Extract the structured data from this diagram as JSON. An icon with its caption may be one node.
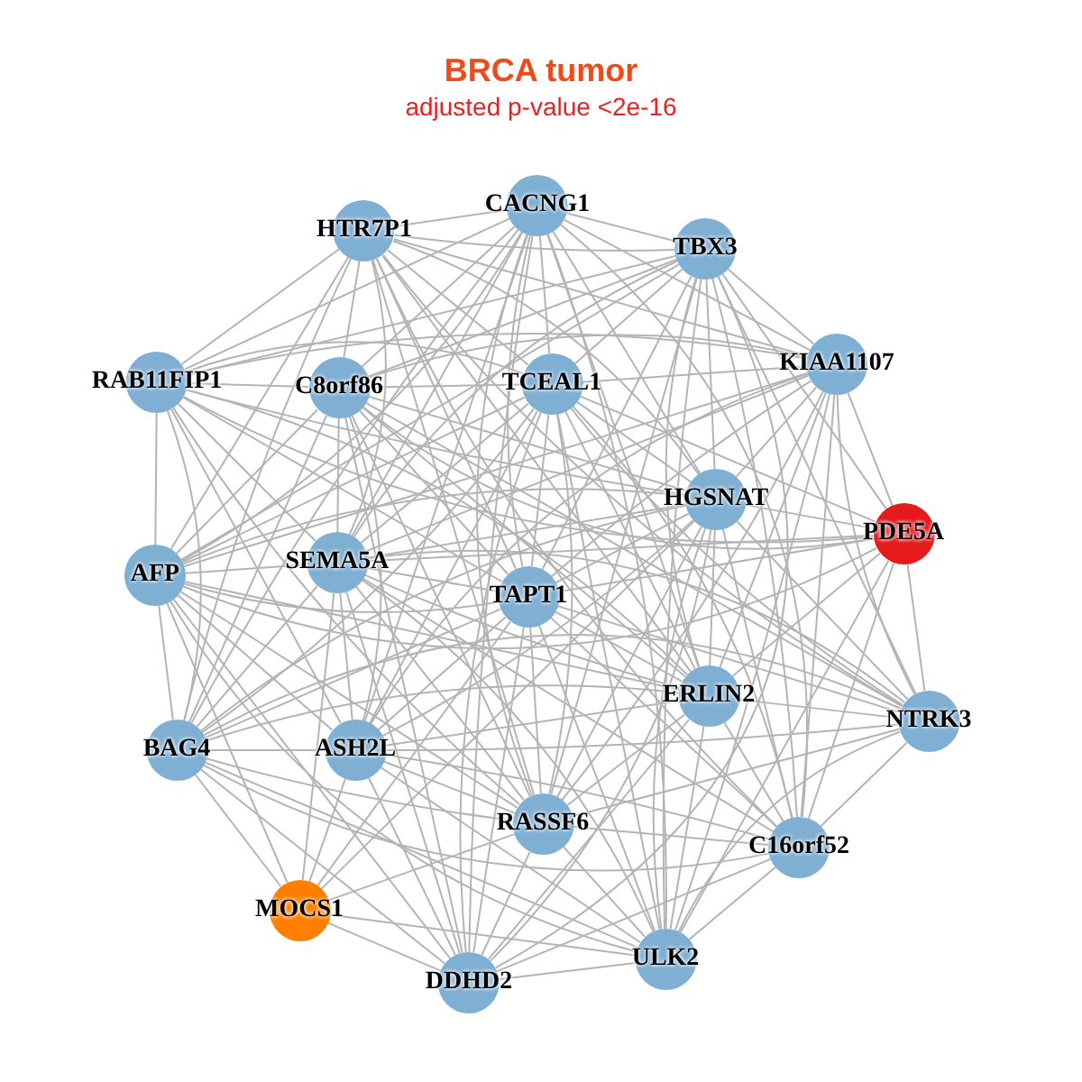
{
  "diagram": {
    "title": "BRCA tumor",
    "caption": "adjusted p-value <2e-16",
    "nodes": [
      {
        "text": [
          "CACNG1"
        ]
      },
      {
        "text": [
          "HTR7P1"
        ]
      },
      {
        "text": [
          "TBX3"
        ]
      },
      {
        "text": [
          "KIAA1107"
        ]
      },
      {
        "text": [
          "RAB11FIP1"
        ]
      },
      {
        "text": [
          "C8orf86"
        ]
      },
      {
        "text": [
          "TCEAL1"
        ]
      },
      {
        "text": [
          "HGSNAT"
        ]
      },
      {
        "text": [
          "PDE5A"
        ]
      },
      {
        "text": [
          "AFP"
        ]
      },
      {
        "text": [
          "SEMA5A"
        ]
      },
      {
        "text": [
          "TAPT1"
        ]
      },
      {
        "text": [
          "ERLIN2"
        ]
      },
      {
        "text": [
          "NTRK3"
        ]
      },
      {
        "text": [
          "BAG4"
        ]
      },
      {
        "text": [
          "ASH2L"
        ]
      },
      {
        "text": [
          "RASSF6"
        ]
      },
      {
        "text": [
          "C16orf52"
        ]
      },
      {
        "text": [
          "MOCS1"
        ]
      },
      {
        "text": [
          "ULK2"
        ]
      },
      {
        "text": [
          "DDHD2"
        ]
      }
    ],
    "edges": [
      {
        "from": 0,
        "to": 1,
        "arrow": "none"
      },
      {
        "from": 0,
        "to": 2,
        "arrow": "none"
      },
      {
        "from": 0,
        "to": 3,
        "arrow": "none"
      },
      {
        "from": 0,
        "to": 4,
        "arrow": "none"
      },
      {
        "from": 0,
        "to": 5,
        "arrow": "none"
      },
      {
        "from": 0,
        "to": 6,
        "arrow": "none"
      },
      {
        "from": 0,
        "to": 7,
        "arrow": "none"
      },
      {
        "from": 0,
        "to": 9,
        "arrow": "none"
      },
      {
        "from": 0,
        "to": 10,
        "arrow": "none"
      },
      {
        "from": 0,
        "to": 11,
        "arrow": "none"
      },
      {
        "from": 0,
        "to": 12,
        "arrow": "none"
      },
      {
        "from": 0,
        "to": 14,
        "arrow": "none"
      },
      {
        "from": 0,
        "to": 15,
        "arrow": "none"
      },
      {
        "from": 0,
        "to": 16,
        "arrow": "none"
      },
      {
        "from": 0,
        "to": 17,
        "arrow": "none"
      },
      {
        "from": 0,
        "to": 19,
        "arrow": "none"
      },
      {
        "from": 0,
        "to": 20,
        "arrow": "none"
      },
      {
        "from": 1,
        "to": 2,
        "arrow": "none"
      },
      {
        "from": 1,
        "to": 3,
        "arrow": "none"
      },
      {
        "from": 1,
        "to": 4,
        "arrow": "none"
      },
      {
        "from": 1,
        "to": 5,
        "arrow": "none"
      },
      {
        "from": 1,
        "to": 6,
        "arrow": "none"
      },
      {
        "from": 1,
        "to": 7,
        "arrow": "none"
      },
      {
        "from": 1,
        "to": 9,
        "arrow": "none"
      },
      {
        "from": 1,
        "to": 10,
        "arrow": "none"
      },
      {
        "from": 1,
        "to": 11,
        "arrow": "none"
      },
      {
        "from": 1,
        "to": 12,
        "arrow": "none"
      },
      {
        "from": 1,
        "to": 13,
        "arrow": "none"
      },
      {
        "from": 1,
        "to": 14,
        "arrow": "none"
      },
      {
        "from": 1,
        "to": 16,
        "arrow": "none"
      },
      {
        "from": 1,
        "to": 17,
        "arrow": "none"
      },
      {
        "from": 2,
        "to": 3,
        "arrow": "none"
      },
      {
        "from": 2,
        "to": 4,
        "arrow": "none"
      },
      {
        "from": 2,
        "to": 5,
        "arrow": "none"
      },
      {
        "from": 2,
        "to": 6,
        "arrow": "none"
      },
      {
        "from": 2,
        "to": 7,
        "arrow": "none"
      },
      {
        "from": 2,
        "to": 8,
        "arrow": "none"
      },
      {
        "from": 2,
        "to": 9,
        "arrow": "none"
      },
      {
        "from": 2,
        "to": 10,
        "arrow": "none"
      },
      {
        "from": 2,
        "to": 11,
        "arrow": "none"
      },
      {
        "from": 2,
        "to": 12,
        "arrow": "none"
      },
      {
        "from": 2,
        "to": 13,
        "arrow": "none"
      },
      {
        "from": 2,
        "to": 16,
        "arrow": "none"
      },
      {
        "from": 2,
        "to": 17,
        "arrow": "none"
      },
      {
        "from": 2,
        "to": 19,
        "arrow": "none"
      },
      {
        "from": 2,
        "to": 20,
        "arrow": "none"
      },
      {
        "from": 3,
        "to": 4,
        "arrow": "none"
      },
      {
        "from": 3,
        "to": 5,
        "arrow": "none"
      },
      {
        "from": 3,
        "to": 6,
        "arrow": "none"
      },
      {
        "from": 3,
        "to": 7,
        "arrow": "none"
      },
      {
        "from": 3,
        "to": 8,
        "arrow": "none"
      },
      {
        "from": 3,
        "to": 9,
        "arrow": "none"
      },
      {
        "from": 3,
        "to": 10,
        "arrow": "none"
      },
      {
        "from": 3,
        "to": 11,
        "arrow": "none"
      },
      {
        "from": 3,
        "to": 12,
        "arrow": "none"
      },
      {
        "from": 3,
        "to": 13,
        "arrow": "none"
      },
      {
        "from": 3,
        "to": 15,
        "arrow": "none"
      },
      {
        "from": 3,
        "to": 16,
        "arrow": "none"
      },
      {
        "from": 3,
        "to": 17,
        "arrow": "none"
      },
      {
        "from": 3,
        "to": 19,
        "arrow": "none"
      },
      {
        "from": 4,
        "to": 5,
        "arrow": "none"
      },
      {
        "from": 4,
        "to": 6,
        "arrow": "none"
      },
      {
        "from": 4,
        "to": 7,
        "arrow": "none"
      },
      {
        "from": 4,
        "to": 8,
        "arrow": "none"
      },
      {
        "from": 4,
        "to": 9,
        "arrow": "none"
      },
      {
        "from": 4,
        "to": 10,
        "arrow": "none"
      },
      {
        "from": 4,
        "to": 11,
        "arrow": "none"
      },
      {
        "from": 4,
        "to": 12,
        "arrow": "none"
      },
      {
        "from": 4,
        "to": 14,
        "arrow": "none"
      },
      {
        "from": 4,
        "to": 15,
        "arrow": "none"
      },
      {
        "from": 4,
        "to": 16,
        "arrow": "none"
      },
      {
        "from": 5,
        "to": 6,
        "arrow": "none"
      },
      {
        "from": 5,
        "to": 7,
        "arrow": "none"
      },
      {
        "from": 5,
        "to": 8,
        "arrow": "none"
      },
      {
        "from": 5,
        "to": 9,
        "arrow": "none"
      },
      {
        "from": 5,
        "to": 10,
        "arrow": "none"
      },
      {
        "from": 5,
        "to": 11,
        "arrow": "none"
      },
      {
        "from": 5,
        "to": 12,
        "arrow": "none"
      },
      {
        "from": 5,
        "to": 13,
        "arrow": "none"
      },
      {
        "from": 5,
        "to": 14,
        "arrow": "none"
      },
      {
        "from": 5,
        "to": 15,
        "arrow": "none"
      },
      {
        "from": 5,
        "to": 16,
        "arrow": "none"
      },
      {
        "from": 5,
        "to": 20,
        "arrow": "none"
      },
      {
        "from": 6,
        "to": 7,
        "arrow": "none"
      },
      {
        "from": 6,
        "to": 8,
        "arrow": "none"
      },
      {
        "from": 6,
        "to": 9,
        "arrow": "none"
      },
      {
        "from": 6,
        "to": 10,
        "arrow": "none"
      },
      {
        "from": 6,
        "to": 11,
        "arrow": "none"
      },
      {
        "from": 6,
        "to": 12,
        "arrow": "none"
      },
      {
        "from": 6,
        "to": 13,
        "arrow": "none"
      },
      {
        "from": 6,
        "to": 14,
        "arrow": "none"
      },
      {
        "from": 6,
        "to": 15,
        "arrow": "none"
      },
      {
        "from": 6,
        "to": 16,
        "arrow": "none"
      },
      {
        "from": 6,
        "to": 17,
        "arrow": "none"
      },
      {
        "from": 6,
        "to": 19,
        "arrow": "none"
      },
      {
        "from": 6,
        "to": 20,
        "arrow": "none"
      },
      {
        "from": 7,
        "to": 8,
        "arrow": "none"
      },
      {
        "from": 7,
        "to": 9,
        "arrow": "none"
      },
      {
        "from": 7,
        "to": 10,
        "arrow": "none"
      },
      {
        "from": 7,
        "to": 11,
        "arrow": "none"
      },
      {
        "from": 7,
        "to": 12,
        "arrow": "none"
      },
      {
        "from": 7,
        "to": 13,
        "arrow": "none"
      },
      {
        "from": 7,
        "to": 14,
        "arrow": "none"
      },
      {
        "from": 7,
        "to": 15,
        "arrow": "none"
      },
      {
        "from": 7,
        "to": 16,
        "arrow": "none"
      },
      {
        "from": 7,
        "to": 17,
        "arrow": "none"
      },
      {
        "from": 7,
        "to": 18,
        "arrow": "none"
      },
      {
        "from": 7,
        "to": 19,
        "arrow": "none"
      },
      {
        "from": 7,
        "to": 20,
        "arrow": "none"
      },
      {
        "from": 8,
        "to": 9,
        "arrow": "none"
      },
      {
        "from": 8,
        "to": 10,
        "arrow": "none"
      },
      {
        "from": 8,
        "to": 11,
        "arrow": "none"
      },
      {
        "from": 8,
        "to": 12,
        "arrow": "none"
      },
      {
        "from": 8,
        "to": 13,
        "arrow": "none"
      },
      {
        "from": 8,
        "to": 17,
        "arrow": "none"
      },
      {
        "from": 8,
        "to": 19,
        "arrow": "none"
      },
      {
        "from": 9,
        "to": 10,
        "arrow": "none"
      },
      {
        "from": 9,
        "to": 11,
        "arrow": "none"
      },
      {
        "from": 9,
        "to": 12,
        "arrow": "none"
      },
      {
        "from": 9,
        "to": 14,
        "arrow": "none"
      },
      {
        "from": 9,
        "to": 15,
        "arrow": "none"
      },
      {
        "from": 9,
        "to": 16,
        "arrow": "none"
      },
      {
        "from": 9,
        "to": 18,
        "arrow": "none"
      },
      {
        "from": 9,
        "to": 19,
        "arrow": "none"
      },
      {
        "from": 9,
        "to": 20,
        "arrow": "none"
      },
      {
        "from": 10,
        "to": 11,
        "arrow": "none"
      },
      {
        "from": 10,
        "to": 12,
        "arrow": "none"
      },
      {
        "from": 10,
        "to": 13,
        "arrow": "none"
      },
      {
        "from": 10,
        "to": 14,
        "arrow": "none"
      },
      {
        "from": 10,
        "to": 15,
        "arrow": "none"
      },
      {
        "from": 10,
        "to": 16,
        "arrow": "none"
      },
      {
        "from": 10,
        "to": 17,
        "arrow": "none"
      },
      {
        "from": 10,
        "to": 18,
        "arrow": "none"
      },
      {
        "from": 10,
        "to": 19,
        "arrow": "none"
      },
      {
        "from": 10,
        "to": 20,
        "arrow": "none"
      },
      {
        "from": 11,
        "to": 12,
        "arrow": "none"
      },
      {
        "from": 11,
        "to": 13,
        "arrow": "none"
      },
      {
        "from": 11,
        "to": 14,
        "arrow": "none"
      },
      {
        "from": 11,
        "to": 15,
        "arrow": "none"
      },
      {
        "from": 11,
        "to": 16,
        "arrow": "none"
      },
      {
        "from": 11,
        "to": 17,
        "arrow": "none"
      },
      {
        "from": 11,
        "to": 18,
        "arrow": "none"
      },
      {
        "from": 11,
        "to": 19,
        "arrow": "none"
      },
      {
        "from": 11,
        "to": 20,
        "arrow": "none"
      },
      {
        "from": 12,
        "to": 13,
        "arrow": "none"
      },
      {
        "from": 12,
        "to": 14,
        "arrow": "none"
      },
      {
        "from": 12,
        "to": 15,
        "arrow": "none"
      },
      {
        "from": 12,
        "to": 16,
        "arrow": "none"
      },
      {
        "from": 12,
        "to": 17,
        "arrow": "none"
      },
      {
        "from": 12,
        "to": 19,
        "arrow": "none"
      },
      {
        "from": 12,
        "to": 20,
        "arrow": "none"
      },
      {
        "from": 13,
        "to": 14,
        "arrow": "none"
      },
      {
        "from": 13,
        "to": 15,
        "arrow": "none"
      },
      {
        "from": 13,
        "to": 16,
        "arrow": "none"
      },
      {
        "from": 13,
        "to": 17,
        "arrow": "none"
      },
      {
        "from": 13,
        "to": 19,
        "arrow": "none"
      },
      {
        "from": 14,
        "to": 15,
        "arrow": "none"
      },
      {
        "from": 14,
        "to": 16,
        "arrow": "none"
      },
      {
        "from": 14,
        "to": 17,
        "arrow": "none"
      },
      {
        "from": 14,
        "to": 18,
        "arrow": "none"
      },
      {
        "from": 14,
        "to": 19,
        "arrow": "none"
      },
      {
        "from": 14,
        "to": 20,
        "arrow": "none"
      },
      {
        "from": 15,
        "to": 16,
        "arrow": "none"
      },
      {
        "from": 15,
        "to": 17,
        "arrow": "none"
      },
      {
        "from": 15,
        "to": 18,
        "arrow": "none"
      },
      {
        "from": 15,
        "to": 19,
        "arrow": "none"
      },
      {
        "from": 15,
        "to": 20,
        "arrow": "none"
      },
      {
        "from": 16,
        "to": 17,
        "arrow": "none"
      },
      {
        "from": 16,
        "to": 18,
        "arrow": "none"
      },
      {
        "from": 16,
        "to": 19,
        "arrow": "none"
      },
      {
        "from": 16,
        "to": 20,
        "arrow": "none"
      },
      {
        "from": 17,
        "to": 19,
        "arrow": "none"
      },
      {
        "from": 17,
        "to": 20,
        "arrow": "none"
      },
      {
        "from": 18,
        "to": 19,
        "arrow": "none"
      },
      {
        "from": 18,
        "to": 20,
        "arrow": "none"
      },
      {
        "from": 19,
        "to": 20,
        "arrow": "none"
      }
    ]
  }
}
